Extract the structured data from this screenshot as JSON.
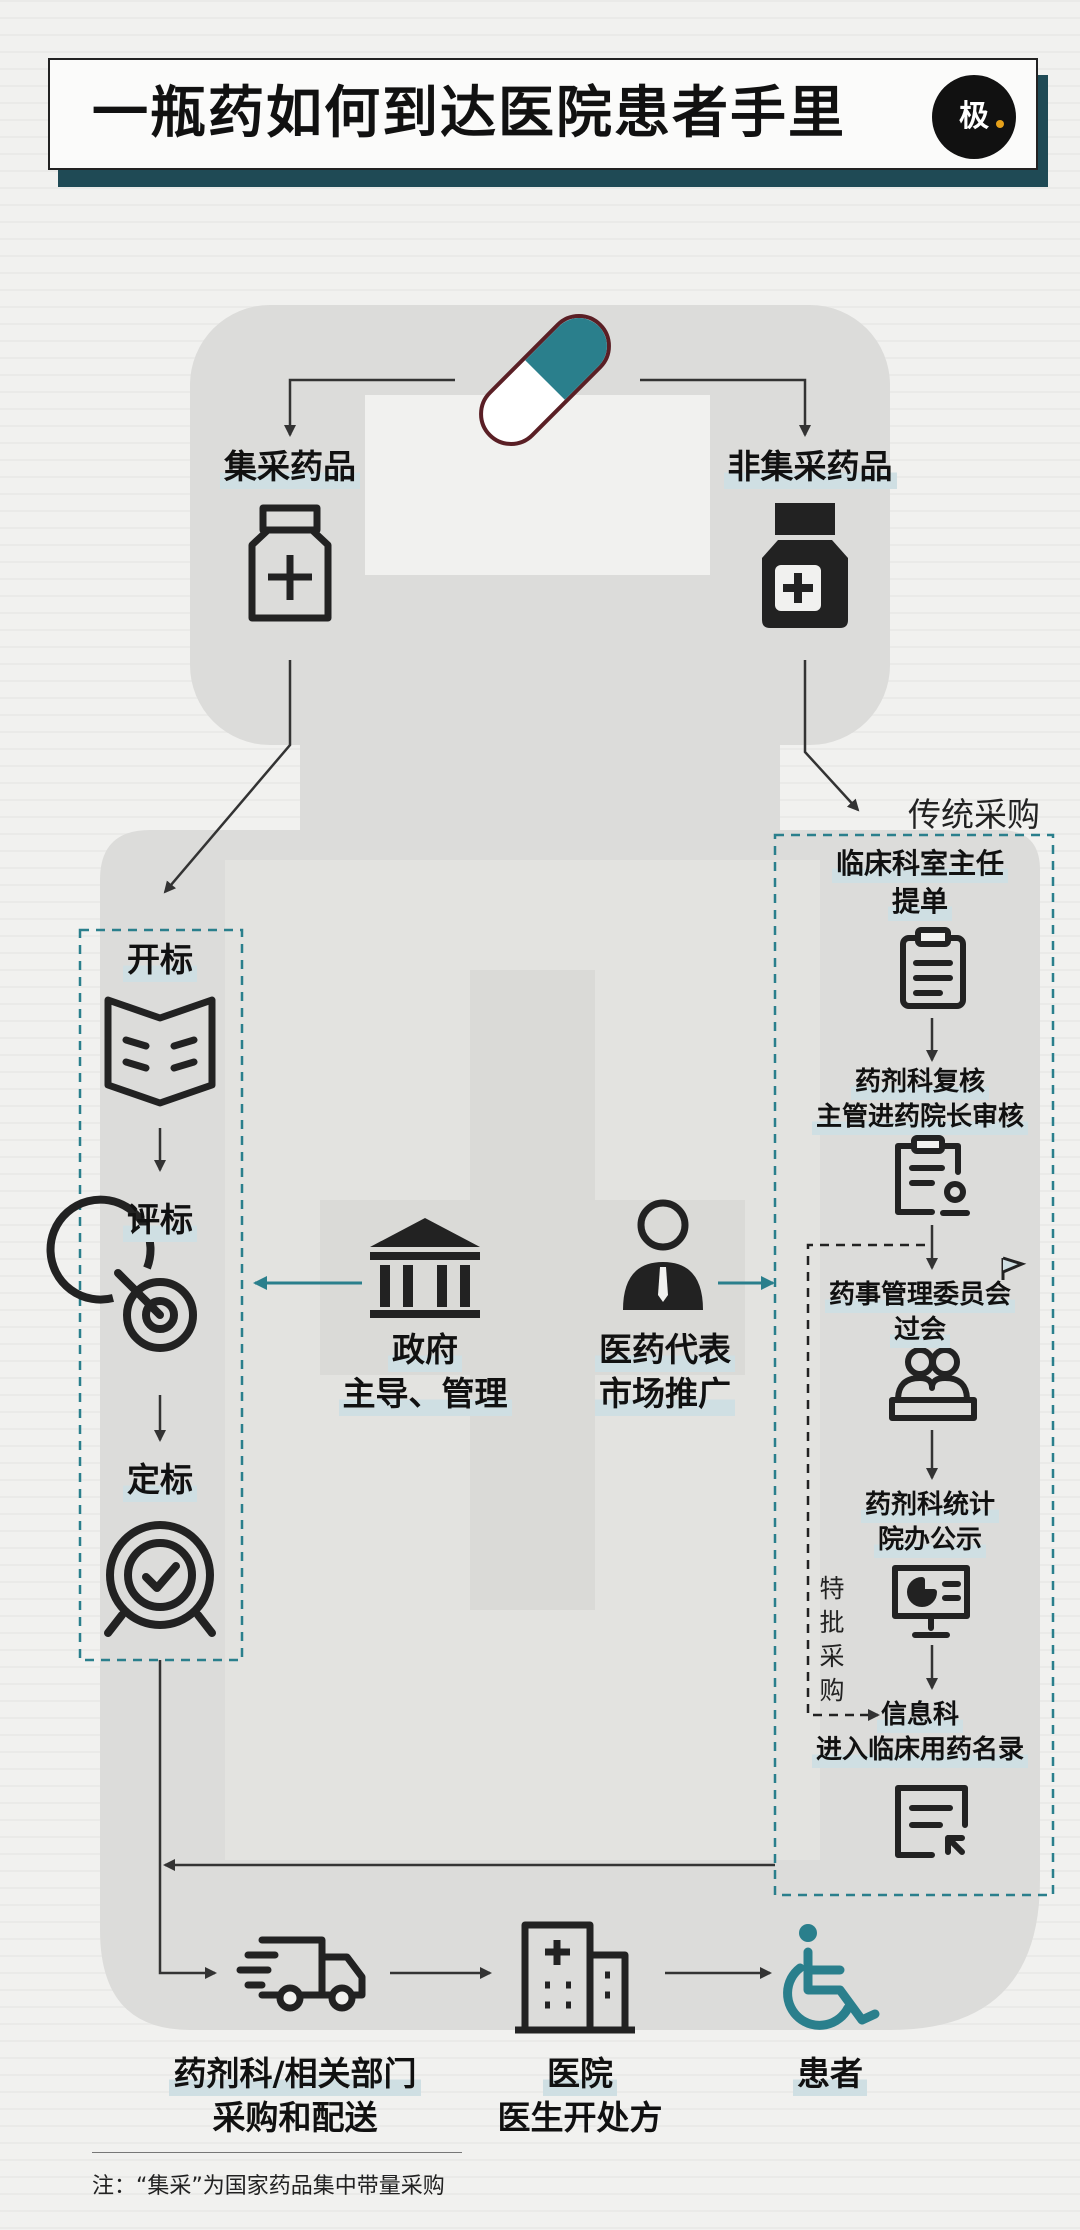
{
  "title": "一瓶药如何到达医院患者手里",
  "logo": {
    "text": "极",
    "icon": "brand-logo-circle"
  },
  "branches": {
    "left": "集采药品",
    "right": "非集采药品"
  },
  "bidding": {
    "steps": [
      "开标",
      "评标",
      "定标"
    ]
  },
  "center": {
    "government": {
      "line1": "政府",
      "line2": "主导、管理"
    },
    "rep": {
      "line1": "医药代表",
      "line2": "市场推广"
    }
  },
  "traditional": {
    "title": "传统采购",
    "steps": [
      {
        "line1": "临床科室主任",
        "line2": "提单"
      },
      {
        "line1": "药剂科复核",
        "line2": "主管进药院长审核"
      },
      {
        "line1": "药事管理委员会",
        "line2": "过会"
      },
      {
        "line1": "药剂科统计",
        "line2": "院办公示"
      },
      {
        "line1": "信息科",
        "line2": "进入临床用药名录"
      }
    ],
    "special": [
      "特",
      "批",
      "采",
      "购"
    ]
  },
  "bottom": {
    "dept": {
      "line1": "药剂科/相关部门",
      "line2": "采购和配送"
    },
    "hospital": {
      "line1": "医院",
      "line2": "医生开处方"
    },
    "patient": {
      "line1": "患者"
    }
  },
  "note": "注：“集采”为国家药品集中带量采购",
  "colors": {
    "accent": "#2a7f8c",
    "dark": "#222222",
    "bottle": "#d9d9d7"
  }
}
